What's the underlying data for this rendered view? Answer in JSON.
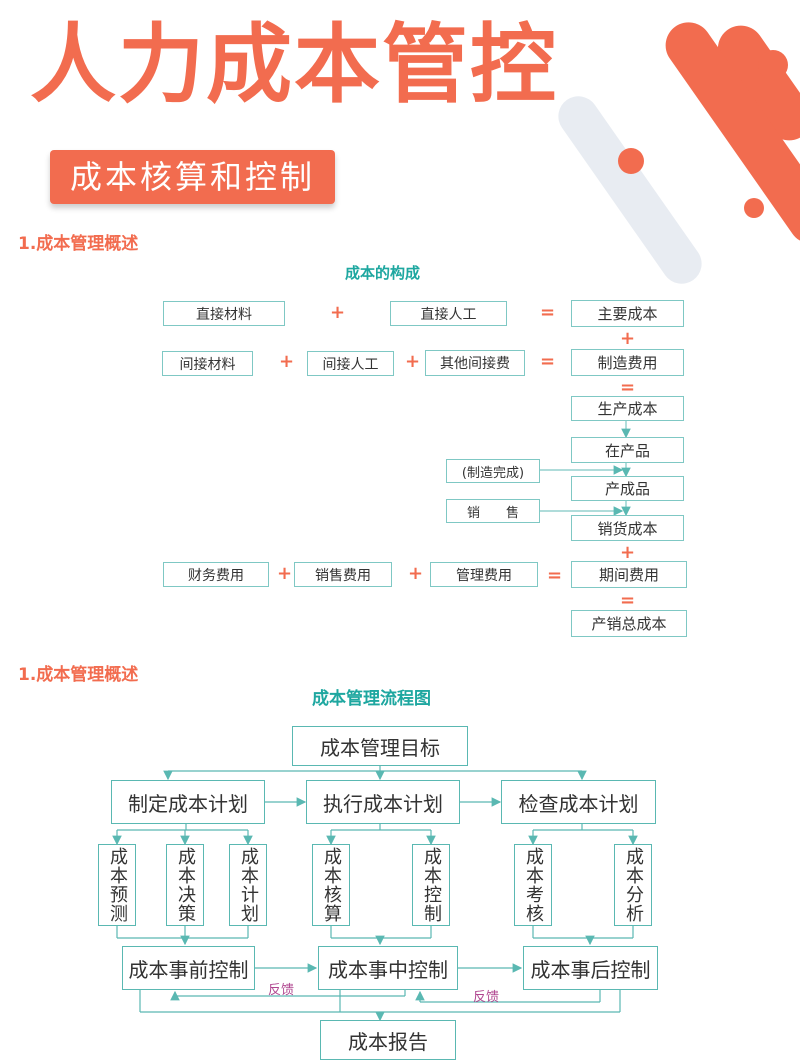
{
  "header": {
    "title": "人力成本管控",
    "subtitle": "成本核算和控制",
    "colors": {
      "accent": "#f26c4f",
      "teal": "#1ea7a0",
      "box_border": "#7fc8c4",
      "feedback": "#b0458f"
    }
  },
  "section1": {
    "heading": "1.成本管理概述",
    "diagram_title": "成本的构成",
    "boxes": {
      "direct_material": "直接材料",
      "direct_labor": "直接人工",
      "main_cost": "主要成本",
      "indirect_material": "间接材料",
      "indirect_labor": "间接人工",
      "other_indirect": "其他间接费",
      "manufacturing_cost": "制造费用",
      "production_cost": "生产成本",
      "wip": "在产品",
      "made_done": "(制造完成)",
      "finished_goods": "产成品",
      "sales": "销　　售",
      "cost_of_sales": "销货成本",
      "financial_exp": "财务费用",
      "sales_exp": "销售费用",
      "admin_exp": "管理费用",
      "period_exp": "期间费用",
      "total_cost": "产销总成本"
    },
    "ops": {
      "plus": "+",
      "equals": "="
    }
  },
  "section2": {
    "heading": "1.成本管理概述",
    "diagram_title": "成本管理流程图",
    "boxes": {
      "goal": "成本管理目标",
      "plan_make": "制定成本计划",
      "plan_exec": "执行成本计划",
      "plan_check": "检查成本计划",
      "forecast": "成本预测",
      "decision": "成本决策",
      "plan": "成本计划",
      "accounting": "成本核算",
      "control": "成本控制",
      "assess": "成本考核",
      "analysis": "成本分析",
      "pre_control": "成本事前控制",
      "mid_control": "成本事中控制",
      "post_control": "成本事后控制",
      "report": "成本报告"
    },
    "feedback_label": "反馈"
  }
}
